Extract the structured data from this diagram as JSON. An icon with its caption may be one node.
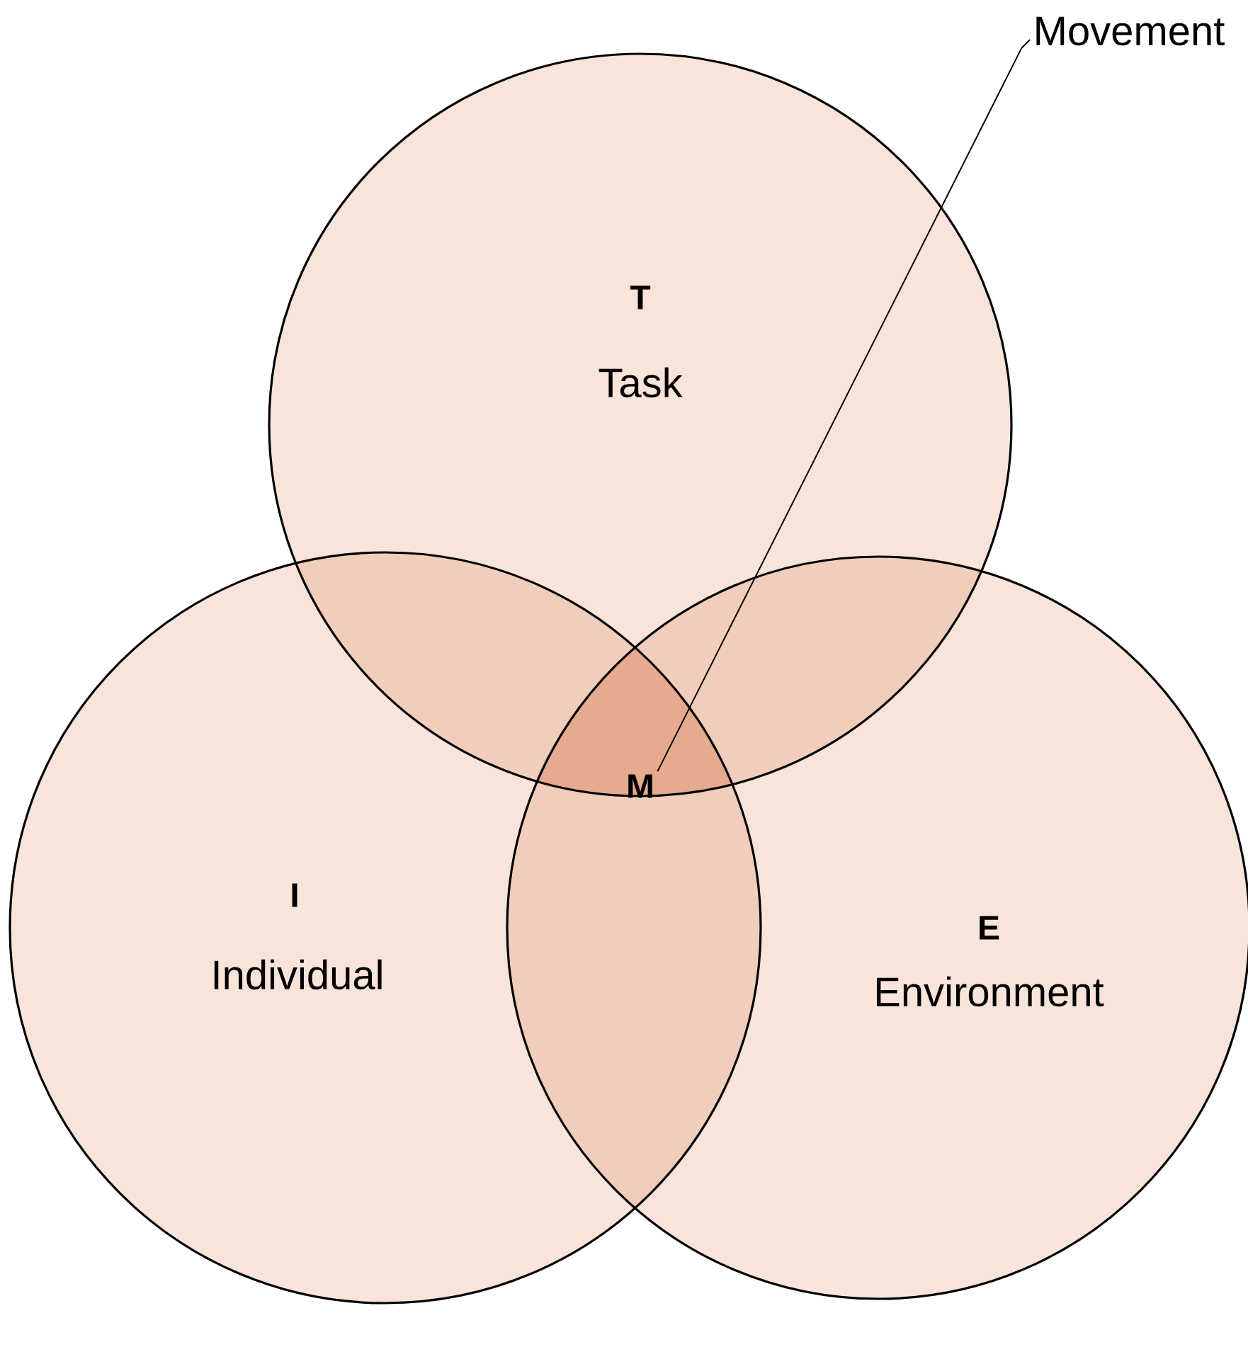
{
  "diagram": {
    "nodes": [
      {
        "text": [
          "T",
          "Task"
        ]
      },
      {
        "text": [
          "Movement"
        ]
      },
      {
        "text": [
          "M"
        ]
      },
      {
        "text": [
          "I",
          "Individual"
        ]
      },
      {
        "text": [
          "E",
          "Environment"
        ]
      }
    ],
    "edges": [
      {
        "from": 1,
        "to": 2,
        "arrow": "none"
      }
    ]
  }
}
